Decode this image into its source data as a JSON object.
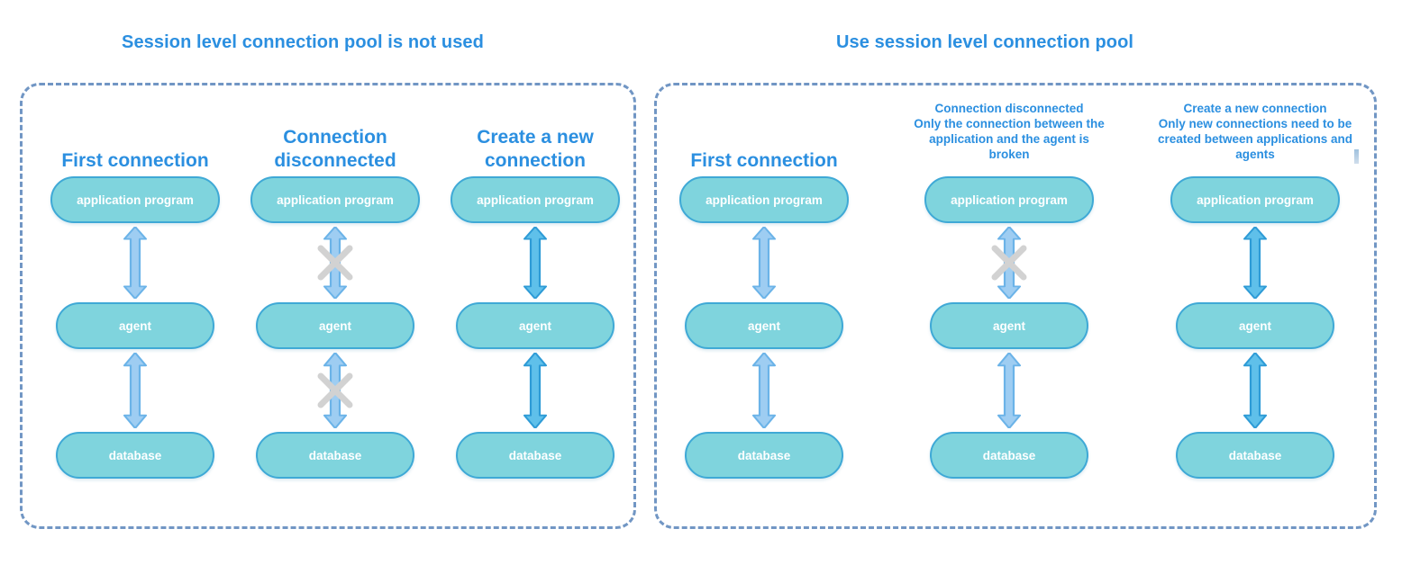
{
  "panels": [
    {
      "id": "no-pool",
      "title": "Session level connection pool is not used",
      "columns": [
        {
          "header": "First connection",
          "header_size": "big",
          "nodes": [
            "application program",
            "agent",
            "database"
          ],
          "links": [
            {
              "style": "light",
              "broken": false
            },
            {
              "style": "light",
              "broken": false
            }
          ]
        },
        {
          "header": "Connection disconnected",
          "header_size": "big",
          "nodes": [
            "application program",
            "agent",
            "database"
          ],
          "links": [
            {
              "style": "light",
              "broken": true
            },
            {
              "style": "light",
              "broken": true
            }
          ]
        },
        {
          "header": "Create a new connection",
          "header_size": "big",
          "nodes": [
            "application program",
            "agent",
            "database"
          ],
          "links": [
            {
              "style": "dark",
              "broken": false
            },
            {
              "style": "dark",
              "broken": false
            }
          ]
        }
      ]
    },
    {
      "id": "with-pool",
      "title": "Use session level connection pool",
      "columns": [
        {
          "header": "First connection",
          "header_size": "big",
          "nodes": [
            "application program",
            "agent",
            "database"
          ],
          "links": [
            {
              "style": "light",
              "broken": false
            },
            {
              "style": "light",
              "broken": false
            }
          ]
        },
        {
          "header": "Connection disconnected\nOnly the connection between the application and the agent is broken",
          "header_size": "small",
          "nodes": [
            "application program",
            "agent",
            "database"
          ],
          "links": [
            {
              "style": "light",
              "broken": true
            },
            {
              "style": "light",
              "broken": false
            }
          ]
        },
        {
          "header": "Create a new connection\nOnly new connections need to be created between applications and agents",
          "header_size": "small",
          "nodes": [
            "application program",
            "agent",
            "database"
          ],
          "links": [
            {
              "style": "dark",
              "broken": false
            },
            {
              "style": "dark",
              "broken": false
            }
          ]
        }
      ]
    }
  ],
  "colors": {
    "title": "#2B8FE0",
    "header": "#2B8FE0",
    "node_fill": "#7FD4DD",
    "node_border": "#3FA9D6",
    "node_text": "#FFFFFF",
    "arrow_light": "#6BB3E8",
    "arrow_dark": "#2E9BD6",
    "x_mark": "#D2D2D2",
    "panel_border": "#7196C4",
    "background": "#FFFFFF"
  }
}
